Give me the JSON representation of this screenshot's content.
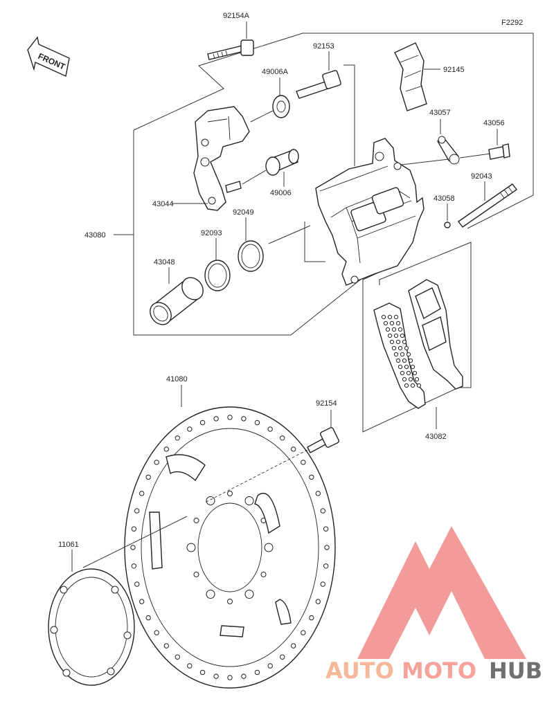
{
  "diagram_code": "F2292",
  "front_label": "FRONT",
  "parts": {
    "p92154A": "92154A",
    "p92153": "92153",
    "p92145": "92145",
    "p49006A": "49006A",
    "p43057": "43057",
    "p43056": "43056",
    "p49006": "49006",
    "p92043": "92043",
    "p43044": "43044",
    "p43058": "43058",
    "p92049": "92049",
    "p43080": "43080",
    "p92093": "92093",
    "p43048": "43048",
    "p41080": "41080",
    "p92154": "92154",
    "p43082": "43082",
    "p11061": "11061"
  },
  "watermark": {
    "auto": "AUTO",
    "moto": "MOTO",
    "hub": "HUB",
    "colors": {
      "auto": "#f5b89a",
      "moto": "#f5a39a",
      "hub": "#707070",
      "triangle": "#f08a86"
    }
  }
}
